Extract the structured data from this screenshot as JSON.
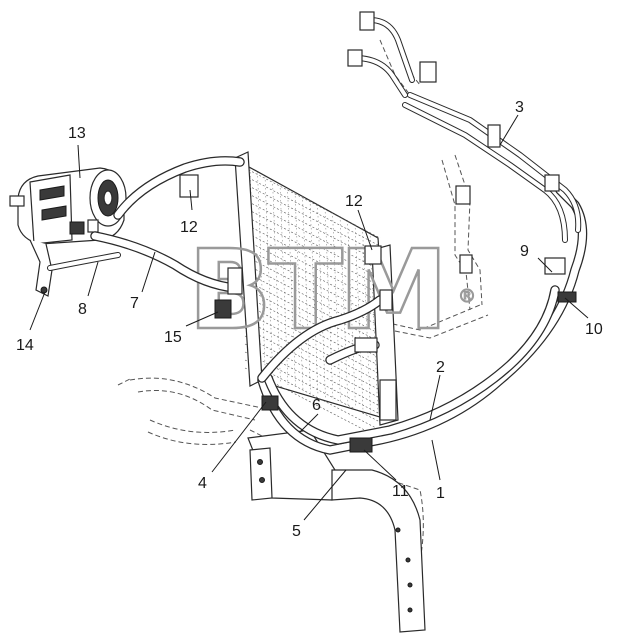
{
  "watermark": {
    "text": "BTM",
    "registered_mark": "®"
  },
  "callouts": [
    {
      "id": "c1",
      "label": "1"
    },
    {
      "id": "c2",
      "label": "2"
    },
    {
      "id": "c3",
      "label": "3"
    },
    {
      "id": "c4",
      "label": "4"
    },
    {
      "id": "c5",
      "label": "5"
    },
    {
      "id": "c6",
      "label": "6"
    },
    {
      "id": "c7",
      "label": "7"
    },
    {
      "id": "c8",
      "label": "8"
    },
    {
      "id": "c9",
      "label": "9"
    },
    {
      "id": "c10",
      "label": "10"
    },
    {
      "id": "c11",
      "label": "11"
    },
    {
      "id": "c12a",
      "label": "12"
    },
    {
      "id": "c12b",
      "label": "12"
    },
    {
      "id": "c13",
      "label": "13"
    },
    {
      "id": "c14",
      "label": "14"
    },
    {
      "id": "c15",
      "label": "15"
    }
  ]
}
